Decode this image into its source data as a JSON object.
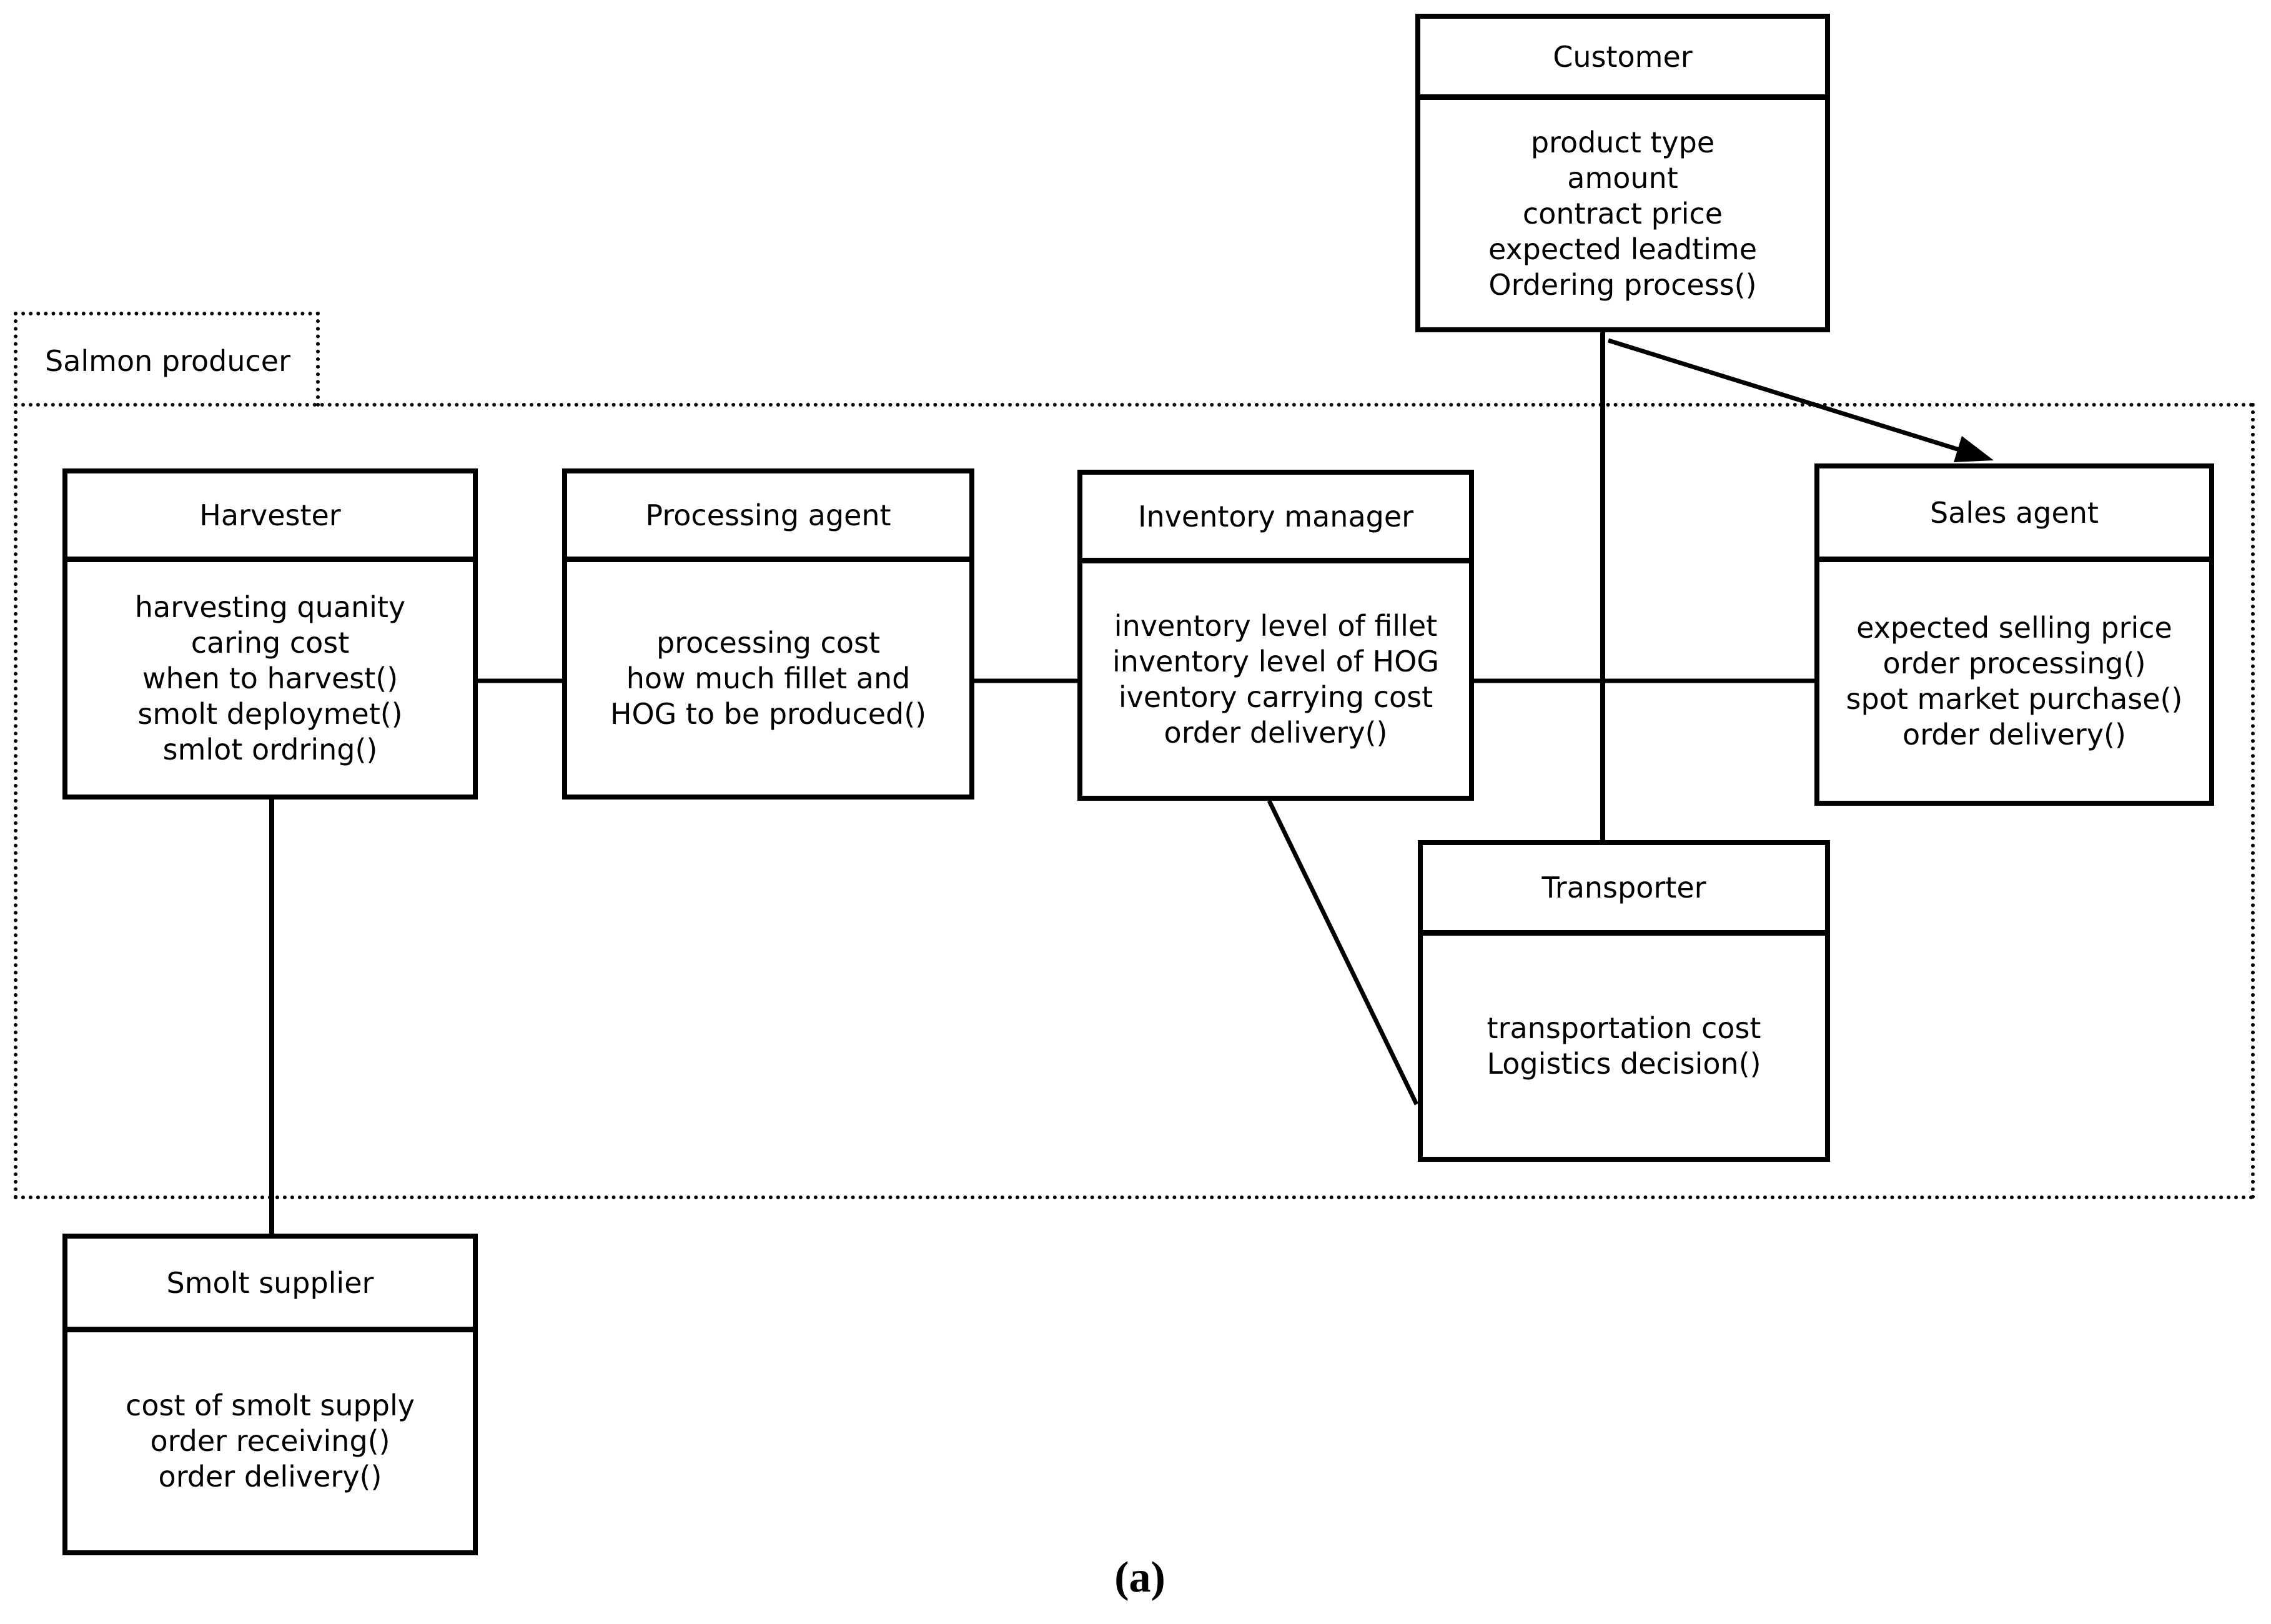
{
  "diagram": {
    "caption": "(a)",
    "container_label": "Salmon producer",
    "colors": {
      "line": "#000000",
      "background": "#ffffff",
      "text": "#000000"
    }
  },
  "classes": {
    "customer": {
      "title": "Customer",
      "lines": [
        "product type",
        "amount",
        "contract price",
        "expected leadtime",
        "Ordering process()"
      ]
    },
    "harvester": {
      "title": "Harvester",
      "lines": [
        "harvesting quanity",
        "caring cost",
        "when to harvest()",
        "smolt deploymet()",
        "smlot ordring()"
      ]
    },
    "processing_agent": {
      "title": "Processing agent",
      "lines": [
        "processing cost",
        "how much fillet and",
        "HOG to be produced()"
      ]
    },
    "inventory_manager": {
      "title": "Inventory manager",
      "lines": [
        "inventory level of fillet",
        "inventory level of HOG",
        "iventory carrying cost",
        "order delivery()"
      ]
    },
    "sales_agent": {
      "title": "Sales agent",
      "lines": [
        "expected selling price",
        "order processing()",
        "spot market purchase()",
        "order delivery()"
      ]
    },
    "transporter": {
      "title": "Transporter",
      "lines": [
        "transportation cost",
        "Logistics decision()"
      ]
    },
    "smolt_supplier": {
      "title": "Smolt supplier",
      "lines": [
        "cost of smolt supply",
        "order receiving()",
        "order delivery()"
      ]
    }
  }
}
